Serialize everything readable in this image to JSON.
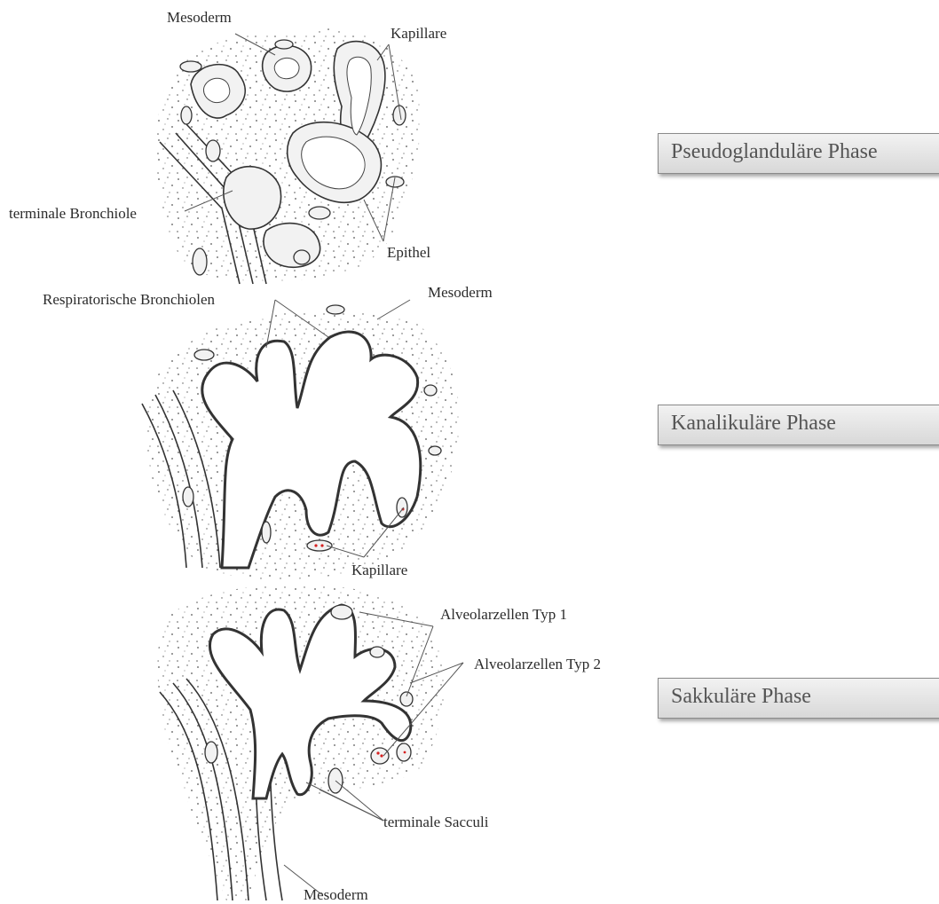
{
  "phases": [
    {
      "name": "Pseudoglanduläre Phase"
    },
    {
      "name": "Kanalikuläre Phase"
    },
    {
      "name": "Sakkuläre Phase"
    }
  ],
  "labels": {
    "p1_mesoderm": "Mesoderm",
    "p1_kapillare": "Kapillare",
    "p1_terminale_bronchiole": "terminale Bronchiole",
    "p1_epithel": "Epithel",
    "p2_respiratorische_bronchiolen": "Respiratorische Bronchiolen",
    "p2_mesoderm": "Mesoderm",
    "p2_kapillare": "Kapillare",
    "p3_alveolarzellen_typ1": "Alveolarzellen Typ 1",
    "p3_alveolarzellen_typ2": "Alveolarzellen Typ 2",
    "p3_terminale_sacculi": "terminale Sacculi",
    "p3_mesoderm": "Mesoderm"
  },
  "colors": {
    "ink": "#333333",
    "tissue_fill": "#f7f7f7",
    "lumen_fill": "#ffffff",
    "erythrocyte": "#d62020",
    "box_text": "#555555"
  }
}
